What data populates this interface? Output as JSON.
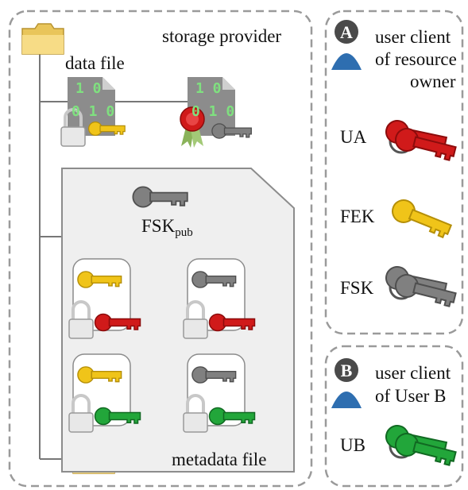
{
  "storage": {
    "title": "storage provider",
    "data_file_label": "data file",
    "metadata_label": "metadata file",
    "fsk_pub": {
      "base": "FSK",
      "sub": "pub"
    },
    "bits_line1": "1 0",
    "bits_line2": "0 1 0"
  },
  "owner": {
    "badge": "A",
    "title_line1": "user client",
    "title_line2": "of resource",
    "title_line3": "owner",
    "keys": [
      {
        "label": "UA",
        "color": "#d01a1a"
      },
      {
        "label": "FEK",
        "color": "#f0c419"
      },
      {
        "label": "FSK",
        "color": "#808080"
      }
    ]
  },
  "userb": {
    "badge": "B",
    "title_line1": "user client",
    "title_line2": "of User B",
    "keys": [
      {
        "label": "UB",
        "color": "#22a63a"
      }
    ]
  },
  "colors": {
    "red_key": "#d01a1a",
    "yellow_key": "#f0c419",
    "gray_key": "#808080",
    "green_key": "#22a63a",
    "user_icon": "#2e6eb0",
    "badge": "#4a4a4a",
    "dashed_border": "#9a9a9a",
    "metadata_fill": "#efefef"
  }
}
